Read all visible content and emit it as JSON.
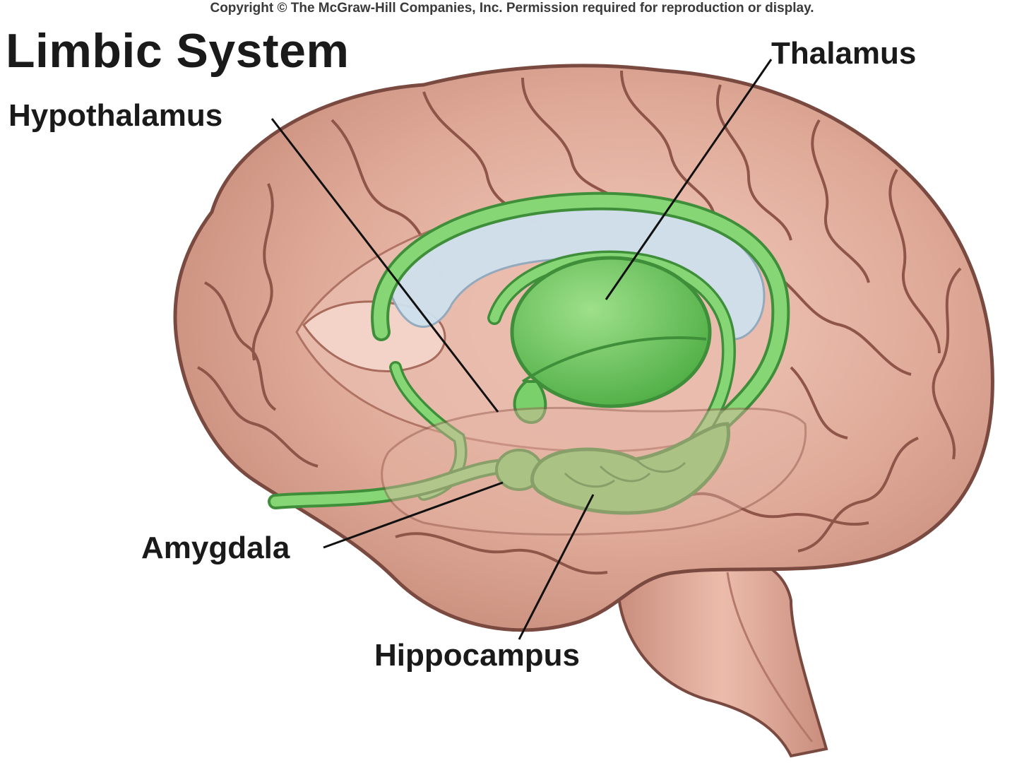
{
  "copyright": "Copyright © The McGraw-Hill Companies, Inc. Permission required for reproduction or display.",
  "title": "Limbic System",
  "labels": {
    "thalamus": "Thalamus",
    "hypothalamus": "Hypothalamus",
    "amygdala": "Amygdala",
    "hippocampus": "Hippocampus"
  },
  "colors": {
    "brain": "#d9a494",
    "brain_shadow": "#b5796a",
    "brain_outline": "#7a4a40",
    "limbic": "#7ad06a",
    "limbic_dark": "#3f8f3a",
    "ventricle": "#cfe0ee",
    "leader_line": "#111111"
  }
}
